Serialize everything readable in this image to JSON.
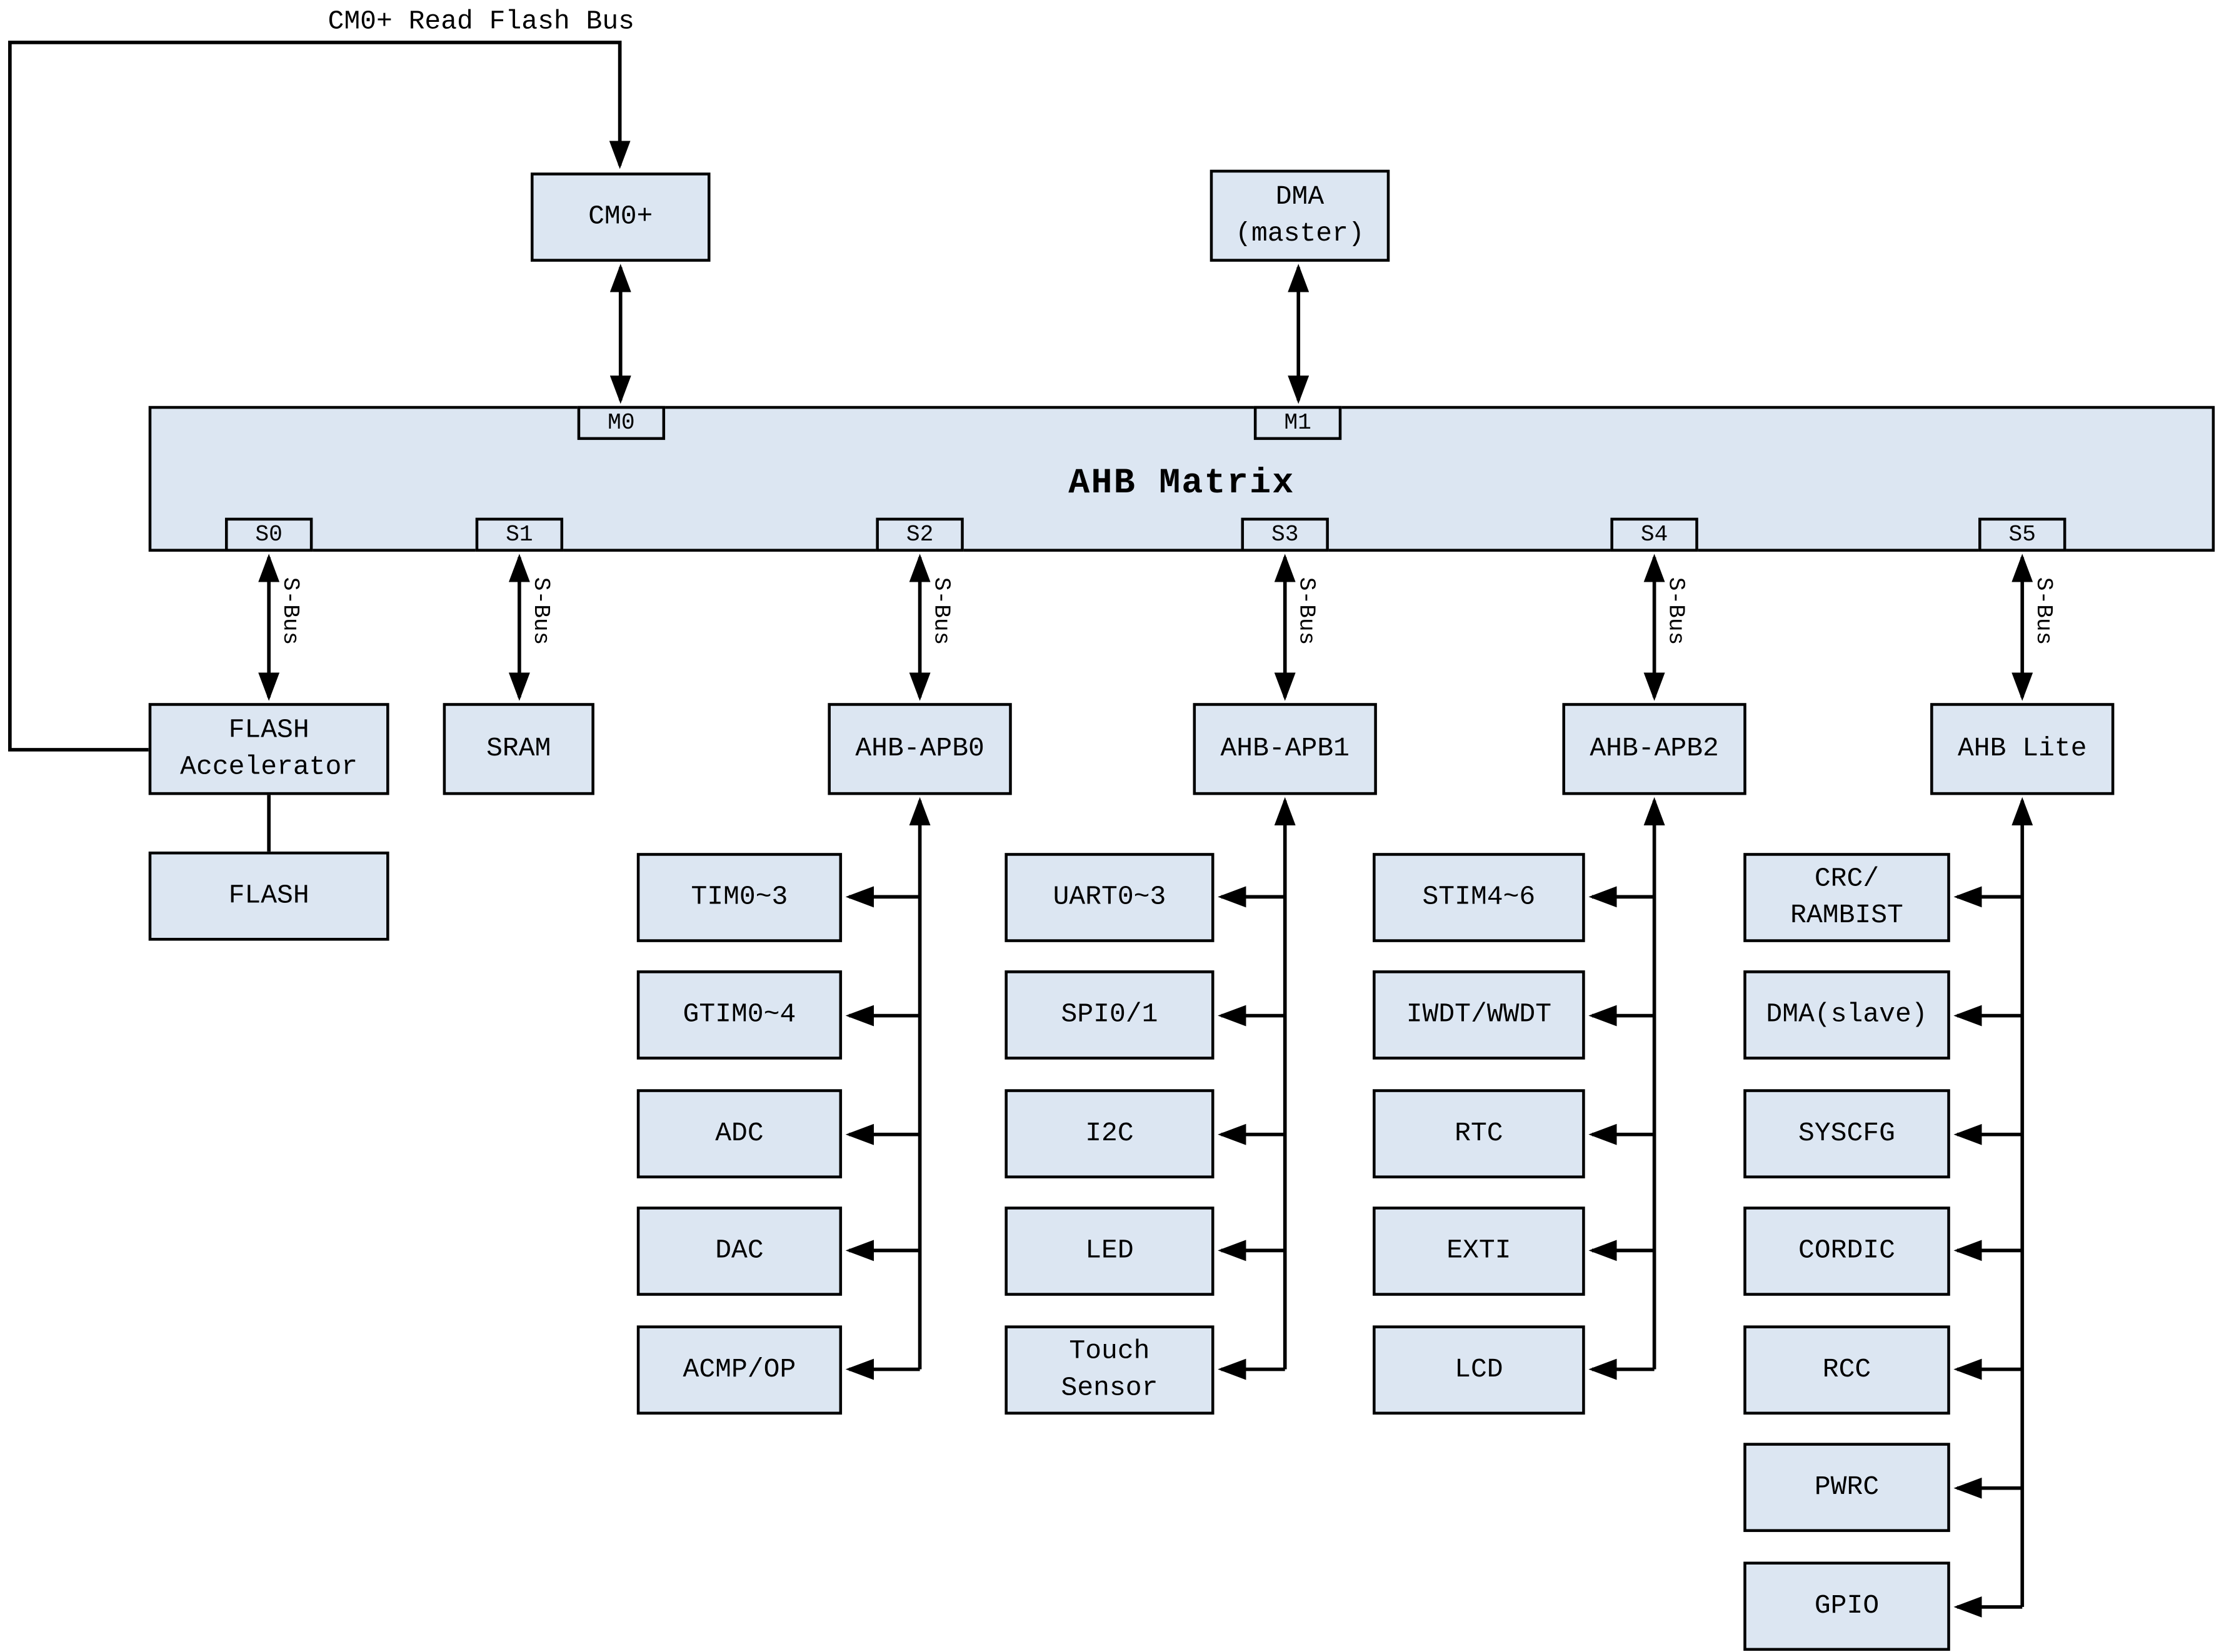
{
  "diagram": {
    "top_bus_label": "CM0+ Read Flash Bus",
    "s_bus_label": "S-Bus"
  },
  "masters": [
    {
      "label": "CM0+"
    },
    {
      "label": "DMA\n(master)"
    }
  ],
  "matrix": {
    "label": "AHB Matrix",
    "master_ports": [
      {
        "label": "M0"
      },
      {
        "label": "M1"
      }
    ],
    "slave_ports": [
      {
        "label": "S0"
      },
      {
        "label": "S1"
      },
      {
        "label": "S2"
      },
      {
        "label": "S3"
      },
      {
        "label": "S4"
      },
      {
        "label": "S5"
      }
    ]
  },
  "slaves": [
    {
      "label": "FLASH\nAccelerator"
    },
    {
      "label": "SRAM"
    },
    {
      "label": "AHB-APB0"
    },
    {
      "label": "AHB-APB1"
    },
    {
      "label": "AHB-APB2"
    },
    {
      "label": "AHB Lite"
    }
  ],
  "flash": {
    "label": "FLASH"
  },
  "columns": [
    {
      "items": [
        "TIM0~3",
        "GTIM0~4",
        "ADC",
        "DAC",
        "ACMP/OP"
      ]
    },
    {
      "items": [
        "UART0~3",
        "SPI0/1",
        "I2C",
        "LED",
        "Touch\nSensor"
      ]
    },
    {
      "items": [
        "STIM4~6",
        "IWDT/WWDT",
        "RTC",
        "EXTI",
        "LCD"
      ]
    },
    {
      "items": [
        "CRC/\nRAMBIST",
        "DMA(slave)",
        "SYSCFG",
        "CORDIC",
        "RCC",
        "PWRC",
        "GPIO"
      ]
    }
  ],
  "colors": {
    "box_fill": "#dce6f2",
    "line": "#000000",
    "background": "#ffffff"
  }
}
